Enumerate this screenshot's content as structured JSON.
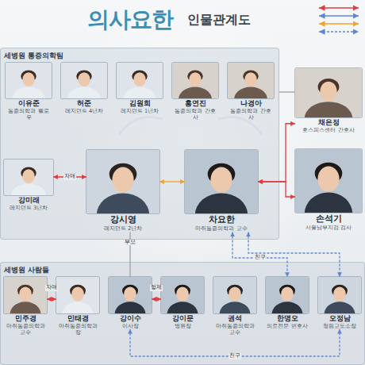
{
  "diagram": {
    "title": "의사요한",
    "nodes": [
      {
        "text": [
          "세병원 통증의학팀"
        ]
      },
      {
        "text": [
          "이유준",
          "통증의학과 펠로우"
        ],
        "in": 0
      },
      {
        "text": [
          "허준",
          "레지던트 4년차"
        ],
        "in": 0
      },
      {
        "text": [
          "김원희",
          "레지던트 1년차"
        ],
        "in": 0
      },
      {
        "text": [
          "홍연진",
          "통증의학과 간호사"
        ],
        "in": 0
      },
      {
        "text": [
          "나경아",
          "통증의학과 간호사"
        ],
        "in": 0
      },
      {
        "text": [
          "채은정",
          "호스피스센터 간호사"
        ]
      },
      {
        "text": [
          "강미래",
          "레지던트 3년차"
        ],
        "in": 0
      },
      {
        "text": [
          "강시영",
          "레지던트 2년차"
        ],
        "in": 0
      },
      {
        "text": [
          "차요한",
          "마취통증의학과 교수"
        ],
        "in": 0
      },
      {
        "text": [
          "손석기",
          "서울남부지검 검사"
        ]
      },
      {
        "text": [
          "세병원 사람들"
        ]
      },
      {
        "text": [
          "민주경",
          "마취통증의학과 교수"
        ],
        "in": 11
      },
      {
        "text": [
          "민태경",
          "마취통증의학과장"
        ],
        "in": 11
      },
      {
        "text": [
          "강이수",
          "이사장"
        ],
        "in": 11
      },
      {
        "text": [
          "강이문",
          "병원장"
        ],
        "in": 11
      },
      {
        "text": [
          "권석",
          "마취통증의학과 교수"
        ],
        "in": 11
      },
      {
        "text": [
          "한명오",
          "의료전문 변호사"
        ],
        "in": 11
      },
      {
        "text": [
          "오정남",
          "청림교도소장"
        ],
        "in": 11
      }
    ],
    "edges": [
      {
        "from": 0,
        "to": 6,
        "arrow": "none"
      },
      {
        "from": 7,
        "to": 8,
        "arrow": "both",
        "label": "자매"
      },
      {
        "from": 8,
        "to": 9,
        "arrow": "both"
      },
      {
        "from": 9,
        "to": 6,
        "arrow": "both"
      },
      {
        "from": 9,
        "to": 10,
        "arrow": "both"
      },
      {
        "from": 8,
        "to": 14,
        "arrow": "none",
        "label": "부모"
      },
      {
        "from": 12,
        "to": 13,
        "arrow": "both",
        "label": "자매"
      },
      {
        "from": 14,
        "to": 15,
        "arrow": "both",
        "label": "형제"
      },
      {
        "from": 9,
        "to": 17,
        "arrow": "both",
        "label": "친구"
      },
      {
        "from": 9,
        "to": 18,
        "arrow": "both"
      },
      {
        "from": 14,
        "to": 18,
        "arrow": "both",
        "label": "친구"
      }
    ],
    "labels": [
      "인물관계도"
    ]
  }
}
